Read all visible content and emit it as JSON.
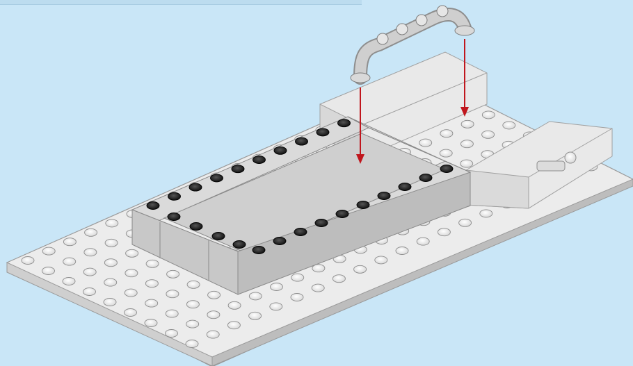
{
  "illustration": {
    "kind": "lego-build-step",
    "background_color": "#c9e6f7",
    "plate_color": "#e6e6e6",
    "frame_color": "#cfcfcf",
    "frame_stud_color": "#1a1a1a",
    "pipe_color": "#bdbdbd",
    "arrow_color": "#c0161d",
    "arrow_count": 2,
    "parts": [
      "baseplate",
      "dark-studded-rectangular-frame",
      "raised-block-back",
      "raised-block-right",
      "bent-pipe-piece"
    ]
  }
}
